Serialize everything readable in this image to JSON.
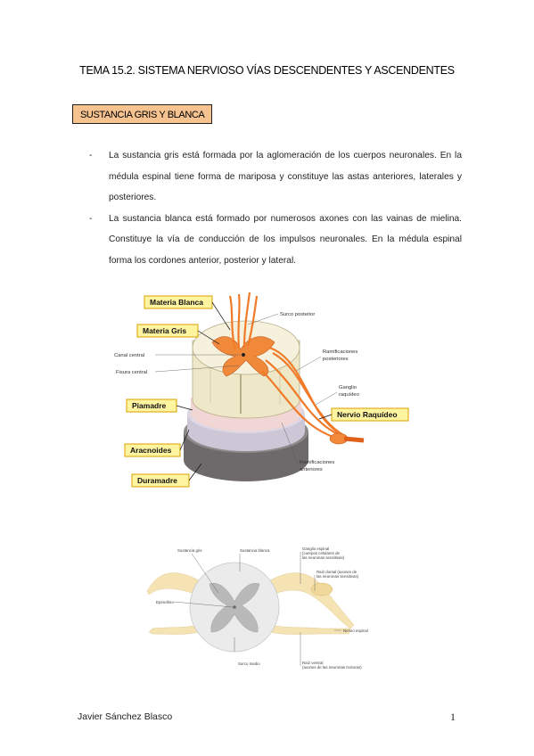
{
  "title": "TEMA 15.2. SISTEMA NERVIOSO VÍAS DESCENDENTES Y ASCENDENTES",
  "section": {
    "heading": "SUSTANCIA GRIS Y BLANCA"
  },
  "bullets": [
    {
      "marker": "-",
      "text": "La sustancia gris está formada por la aglomeración de los cuerpos neuronales. En la médula espinal tiene forma de mariposa y constituye las astas anteriores, laterales y posteriores."
    },
    {
      "marker": "-",
      "text": "La sustancia blanca está formado por numerosos axones con las vainas de mielina. Constituye la vía de conducción de los impulsos neuronales. En la médula espinal forma los cordones anterior, posterior y lateral."
    }
  ],
  "figure1": {
    "labels": {
      "materia_blanca": "Materia Blanca",
      "materia_gris": "Materia Gris",
      "canal_central": "Canal central",
      "fisura_central": "Fisura central",
      "piamadre": "Piamadre",
      "aracnoides": "Aracnoides",
      "duramadre": "Duramadre",
      "surco_posterior": "Surco posterior",
      "ramificaciones_posteriores_1": "Ramificaciones",
      "ramificaciones_posteriores_2": "posteriores",
      "ganglio_1": "Ganglio",
      "ganglio_2": "raquídeo",
      "nervio_raquideo": "Nervio Raquídeo",
      "ramificaciones_anteriores_1": "Ramificaciones",
      "ramificaciones_anteriores_2": "anteriores"
    }
  },
  "figure2": {
    "labels": {
      "sustancia_gris": "Sustancia gris",
      "sustancia_blanca": "Sustancia blanca",
      "ganglio_1": "Ganglio espinal",
      "ganglio_2": "(cuerpos celulares de",
      "ganglio_3": "las neuronas sensitivas)",
      "raiz_dorsal_1": "Raíz dorsal (axones de",
      "raiz_dorsal_2": "las neuronas sensitivas)",
      "ependimo": "Epéndimo",
      "nervio_espinal": "Nervio espinal",
      "surco_medio": "Surco medio",
      "raiz_ventral_1": "Raíz ventral",
      "raiz_ventral_2": "(axones de las neuronas motoras)"
    }
  },
  "footer": {
    "author": "Javier Sánchez Blasco",
    "page": "1"
  }
}
